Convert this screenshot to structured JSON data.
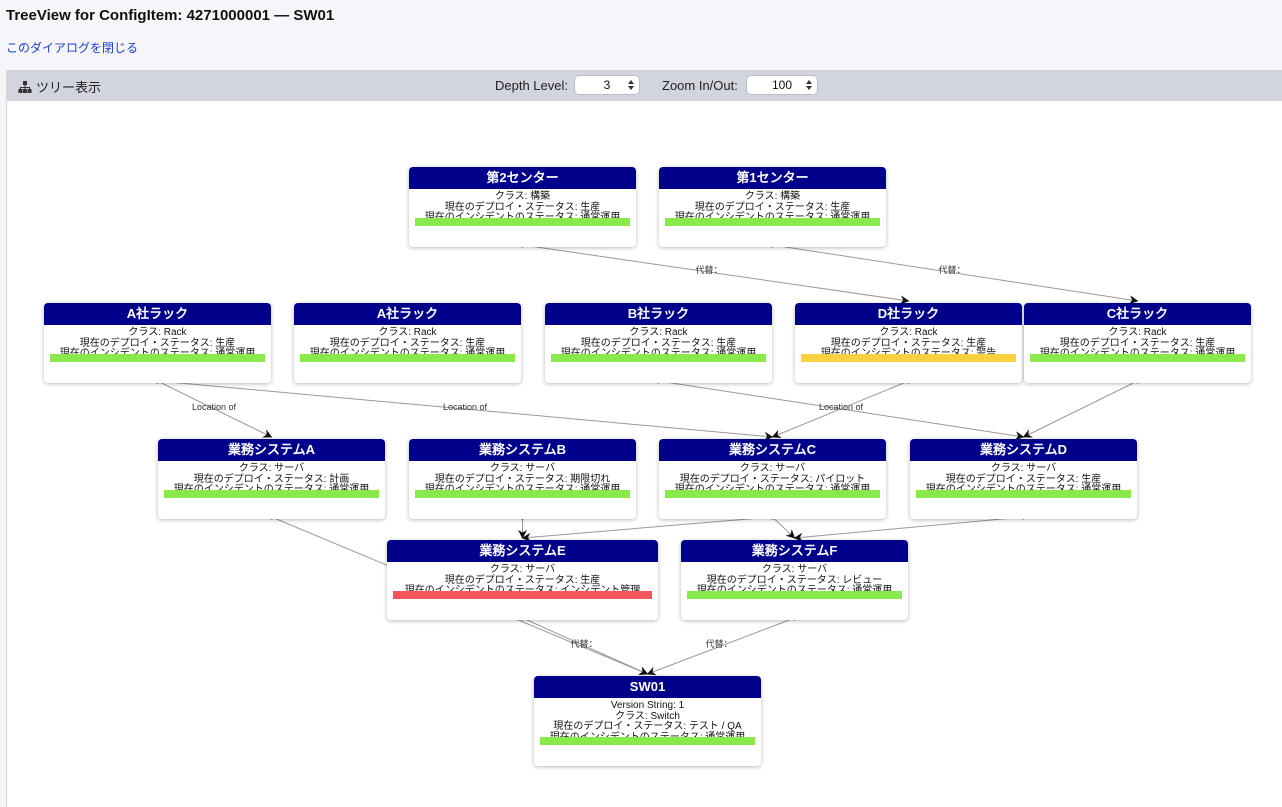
{
  "page": {
    "title": "TreeView for ConfigItem: 4271000001 — SW01",
    "close_link": "このダイアログを閉じる"
  },
  "toolbar": {
    "title": "ツリー表示",
    "title_icon": "sitemap-icon",
    "depth_label": "Depth Level:",
    "depth_value": "3",
    "zoom_label": "Zoom In/Out:",
    "zoom_value": "100"
  },
  "colors": {
    "header": "#00008b",
    "status_ok": "#88e84c",
    "status_warn": "#fbd142",
    "status_bad": "#f5555c",
    "edge": "#999999",
    "link": "#1a3fcc"
  },
  "nodes": [
    {
      "id": "c2",
      "title": "第2センター",
      "lines": [
        "クラス: 構築",
        "現在のデプロイ・ステータス: 生産",
        "現在のインシデントのステータス: 通常運用"
      ],
      "status": "ok"
    },
    {
      "id": "c1",
      "title": "第1センター",
      "lines": [
        "クラス: 構築",
        "現在のデプロイ・ステータス: 生産",
        "現在のインシデントのステータス: 通常運用"
      ],
      "status": "ok"
    },
    {
      "id": "ra1",
      "title": "A社ラック",
      "lines": [
        "クラス: Rack",
        "現在のデプロイ・ステータス: 生産",
        "現在のインシデントのステータス: 通常運用"
      ],
      "status": "ok"
    },
    {
      "id": "ra2",
      "title": "A社ラック",
      "lines": [
        "クラス: Rack",
        "現在のデプロイ・ステータス: 生産",
        "現在のインシデントのステータス: 通常運用"
      ],
      "status": "ok"
    },
    {
      "id": "rb",
      "title": "B社ラック",
      "lines": [
        "クラス: Rack",
        "現在のデプロイ・ステータス: 生産",
        "現在のインシデントのステータス: 通常運用"
      ],
      "status": "ok"
    },
    {
      "id": "rd",
      "title": "D社ラック",
      "lines": [
        "クラス: Rack",
        "現在のデプロイ・ステータス: 生産",
        "現在のインシデントのステータス: 警告"
      ],
      "status": "warn"
    },
    {
      "id": "rc",
      "title": "C社ラック",
      "lines": [
        "クラス: Rack",
        "現在のデプロイ・ステータス: 生産",
        "現在のインシデントのステータス: 通常運用"
      ],
      "status": "ok"
    },
    {
      "id": "sa",
      "title": "業務システムA",
      "lines": [
        "クラス: サーバ",
        "現在のデプロイ・ステータス: 計画",
        "現在のインシデントのステータス: 通常運用"
      ],
      "status": "ok"
    },
    {
      "id": "sb",
      "title": "業務システムB",
      "lines": [
        "クラス: サーバ",
        "現在のデプロイ・ステータス: 期限切れ",
        "現在のインシデントのステータス: 通常運用"
      ],
      "status": "ok"
    },
    {
      "id": "sc",
      "title": "業務システムC",
      "lines": [
        "クラス: サーバ",
        "現在のデプロイ・ステータス: パイロット",
        "現在のインシデントのステータス: 通常運用"
      ],
      "status": "ok"
    },
    {
      "id": "sd",
      "title": "業務システムD",
      "lines": [
        "クラス: サーバ",
        "現在のデプロイ・ステータス: 生産",
        "現在のインシデントのステータス: 通常運用"
      ],
      "status": "ok"
    },
    {
      "id": "se",
      "title": "業務システムE",
      "lines": [
        "クラス: サーバ",
        "現在のデプロイ・ステータス: 生産",
        "現在のインシデントのステータス: インシデント管理"
      ],
      "status": "bad"
    },
    {
      "id": "sf",
      "title": "業務システムF",
      "lines": [
        "クラス: サーバ",
        "現在のデプロイ・ステータス: レビュー",
        "現在のインシデントのステータス: 通常運用"
      ],
      "status": "ok"
    },
    {
      "id": "sw",
      "title": "SW01",
      "lines": [
        "Version String: 1",
        "クラス: Switch",
        "現在のデプロイ・ステータス: テスト / QA",
        "現在のインシデントのステータス: 通常運用"
      ],
      "status": "ok"
    }
  ],
  "edges": [
    {
      "from": "c2",
      "to": "rd",
      "label": "代替："
    },
    {
      "from": "c1",
      "to": "rc",
      "label": "代替："
    },
    {
      "from": "ra1",
      "to": "sa",
      "label": "Location of"
    },
    {
      "from": "ra1",
      "to": "sc",
      "label": "Location of"
    },
    {
      "from": "rb",
      "to": "sd",
      "label": "Location of"
    },
    {
      "from": "rd",
      "to": "sc",
      "label": ""
    },
    {
      "from": "rc",
      "to": "sd",
      "label": ""
    },
    {
      "from": "sb",
      "to": "se",
      "label": ""
    },
    {
      "from": "sc",
      "to": "se",
      "label": ""
    },
    {
      "from": "sc",
      "to": "sf",
      "label": ""
    },
    {
      "from": "sd",
      "to": "sf",
      "label": ""
    },
    {
      "from": "sa",
      "to": "sw",
      "label": ""
    },
    {
      "from": "se",
      "to": "sw",
      "label": "代替："
    },
    {
      "from": "sf",
      "to": "sw",
      "label": "代替："
    }
  ]
}
